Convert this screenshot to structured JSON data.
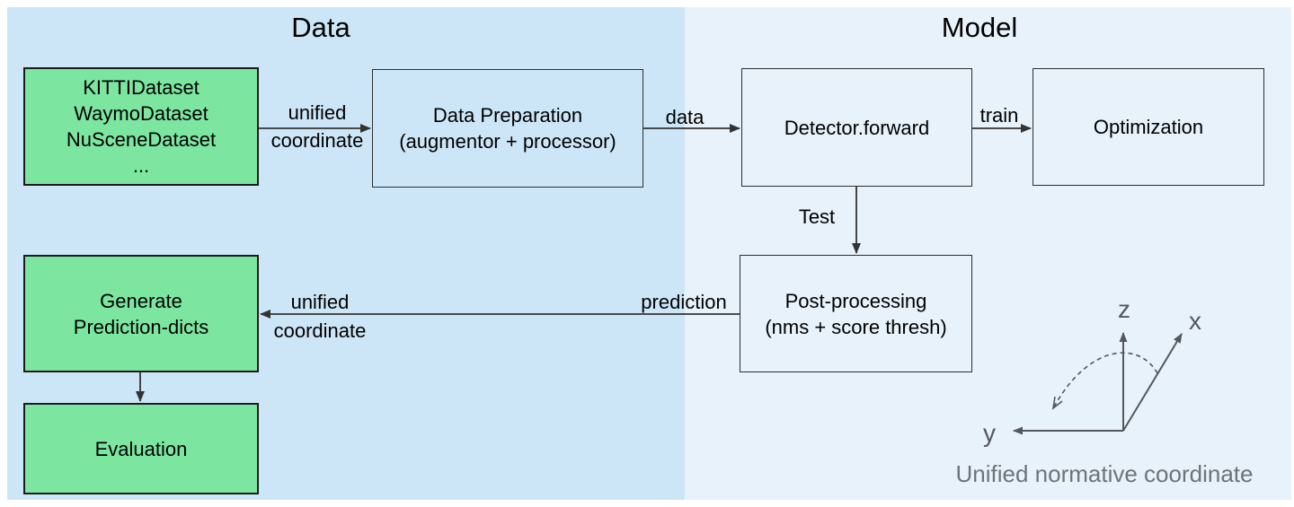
{
  "titles": {
    "data": "Data",
    "model": "Model"
  },
  "nodes": {
    "datasets": {
      "lines": [
        "KITTIDataset",
        "WaymoDataset",
        "NuSceneDataset",
        "..."
      ]
    },
    "data_preparation": {
      "lines": [
        "Data Preparation",
        "(augmentor + processor)"
      ]
    },
    "detector": {
      "lines": [
        "Detector.forward"
      ]
    },
    "optimization": {
      "lines": [
        "Optimization"
      ]
    },
    "post_processing": {
      "lines": [
        "Post-processing",
        "(nms + score thresh)"
      ]
    },
    "generate_prediction": {
      "lines": [
        "Generate",
        "Prediction-dicts"
      ]
    },
    "evaluation": {
      "lines": [
        "Evaluation"
      ]
    }
  },
  "edges": {
    "datasets_to_preparation": {
      "label_top": "unified",
      "label_bottom": "coordinate"
    },
    "preparation_to_detector": {
      "label": "data"
    },
    "detector_to_optimization": {
      "label": "train"
    },
    "detector_to_postprocessing": {
      "label": "Test"
    },
    "postprocessing_to_generate": {
      "label_right": "prediction",
      "label_top": "unified",
      "label_bottom": "coordinate"
    }
  },
  "axes": {
    "x": "x",
    "y": "y",
    "z": "z",
    "caption": "Unified normative coordinate"
  },
  "colors": {
    "data_panel": "#cde6f7",
    "model_panel": "#e7f2fb",
    "node_green": "#7ce6a1",
    "stroke": "#333333",
    "axis": "#54585d",
    "gray_text": "#6e7378"
  }
}
